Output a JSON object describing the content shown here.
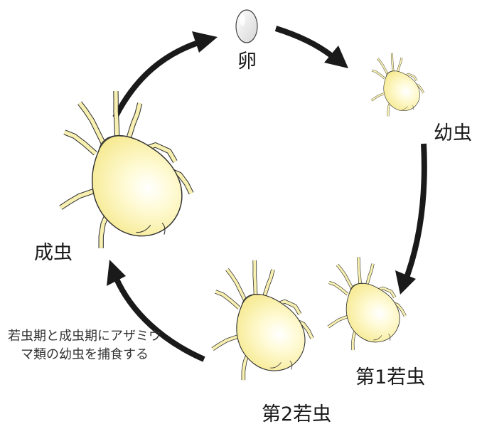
{
  "stages": {
    "egg": "卵",
    "larva": "幼虫",
    "nymph1": "第1若虫",
    "nymph2": "第2若虫",
    "adult": "成虫"
  },
  "note": "若虫期と成虫期にアザミウマ類の幼虫を捕食する",
  "colors": {
    "arrow": "#1a1a1a",
    "body_fill": "#faf3a8",
    "body_highlight": "#fffef0",
    "outline": "#333333"
  }
}
